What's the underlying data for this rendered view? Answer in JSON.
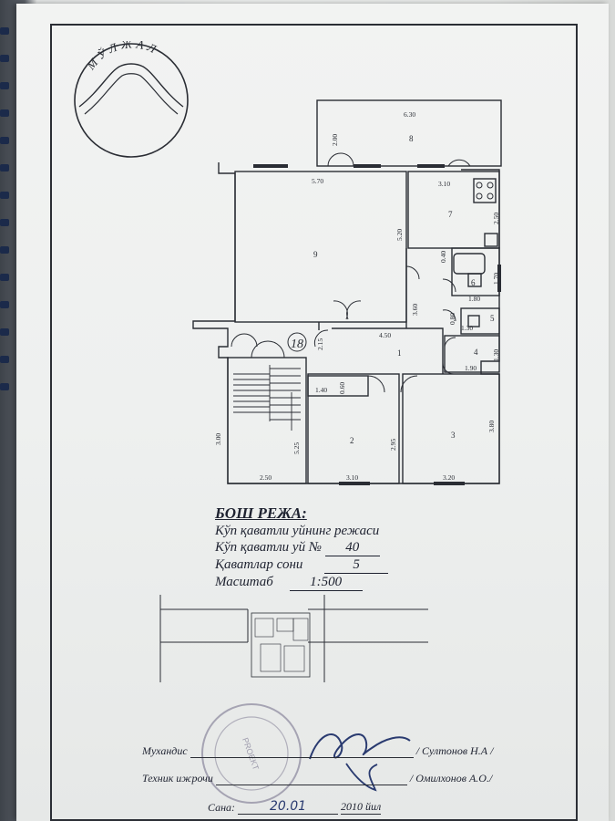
{
  "logo": {
    "text": "МЎЛЖАЛ"
  },
  "plan": {
    "floor_number": "18",
    "rooms": [
      {
        "id": "1",
        "name": "1"
      },
      {
        "id": "2",
        "name": "2"
      },
      {
        "id": "3",
        "name": "3"
      },
      {
        "id": "4",
        "name": "4"
      },
      {
        "id": "5",
        "name": "5"
      },
      {
        "id": "6",
        "name": "6"
      },
      {
        "id": "7",
        "name": "7"
      },
      {
        "id": "8",
        "name": "8"
      },
      {
        "id": "9",
        "name": "9"
      }
    ],
    "dimensions": {
      "balcony_w": "6.30",
      "balcony_h": "2.00",
      "r9_w": "5.70",
      "r9_h": "5.20",
      "r7_w": "3.10",
      "r7_h": "2.50",
      "r6_w": "1.80",
      "r6_h": "1.70",
      "r6_gap": "0.40",
      "r5_w": "1.30",
      "r5_gap": "0.80",
      "r4_w": "1.90",
      "r4_h": "1.30",
      "hall_w": "4.50",
      "hall_h": "3.60",
      "stair_small": "2.15",
      "corr_w": "1.40",
      "corr_h": "0.60",
      "stair_w": "2.50",
      "stair_h": "3.00",
      "stair_total": "5.25",
      "r2_w": "3.10",
      "r2_h": "2.95",
      "r3_w": "3.20",
      "r3_h": "3.80"
    }
  },
  "info": {
    "title": "БОШ РЕЖА:",
    "line1": "Кўп қаватли уйнинг режаси",
    "house_label": "Кўп қаватли уй №",
    "house_number": "40",
    "floors_label": "Қаватлар сони",
    "floors_value": "5",
    "scale_label": "Масштаб",
    "scale_value": "1:500"
  },
  "signatures": {
    "engineer_label": "Мухандис",
    "engineer_name": "/ Султонов Н.А /",
    "technician_label": "Техник ижрочи",
    "technician_name": "/ Омилхонов А.О./",
    "date_label": "Сана:",
    "date_handwritten": "20.01",
    "year_suffix": "2010 йил"
  },
  "stamp": {
    "text": "PROEKT"
  },
  "colors": {
    "ink": "#2a2d34",
    "paper": "#eef0ef",
    "stamp": "#6f6a86"
  }
}
